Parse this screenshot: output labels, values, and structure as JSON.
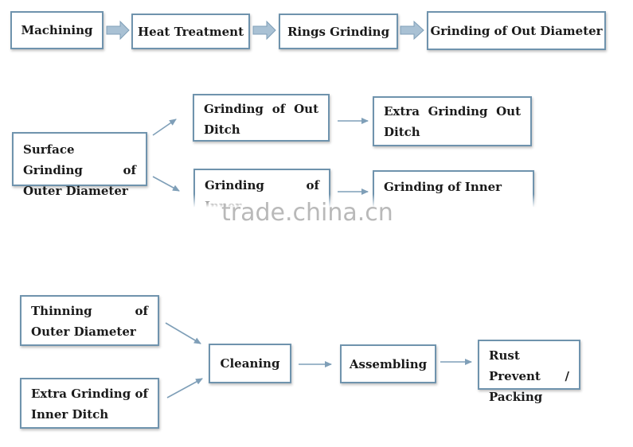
{
  "row1": {
    "machining": "Machining",
    "heat_treatment": "Heat Treatment",
    "rings_grinding": "Rings Grinding",
    "grinding_out_diameter": "Grinding of Out Diameter"
  },
  "row2": {
    "surface_grinding": "Surface Grinding of Outer Diameter",
    "grinding_out_ditch": "Grinding of Out Ditch",
    "extra_grinding_out_ditch": "Extra Grinding Out Ditch",
    "grinding_inner": "Grinding of Inner",
    "grinding_of_inner_2": "Grinding of Inner"
  },
  "row3": {
    "thinning_outer_diameter": "Thinning of Outer Diameter",
    "extra_grinding_inner_ditch": "Extra Grinding of Inner Ditch",
    "cleaning": "Cleaning",
    "assembling": "Assembling",
    "rust_prevent_packing": "Rust Prevent / Packing"
  },
  "watermark": "trade.china.cn",
  "colors": {
    "border": "#6f93ad",
    "arrow": "#7f9fb8",
    "arrow_fill": "#a9c1d4",
    "watermark": "#b9b9b9"
  }
}
